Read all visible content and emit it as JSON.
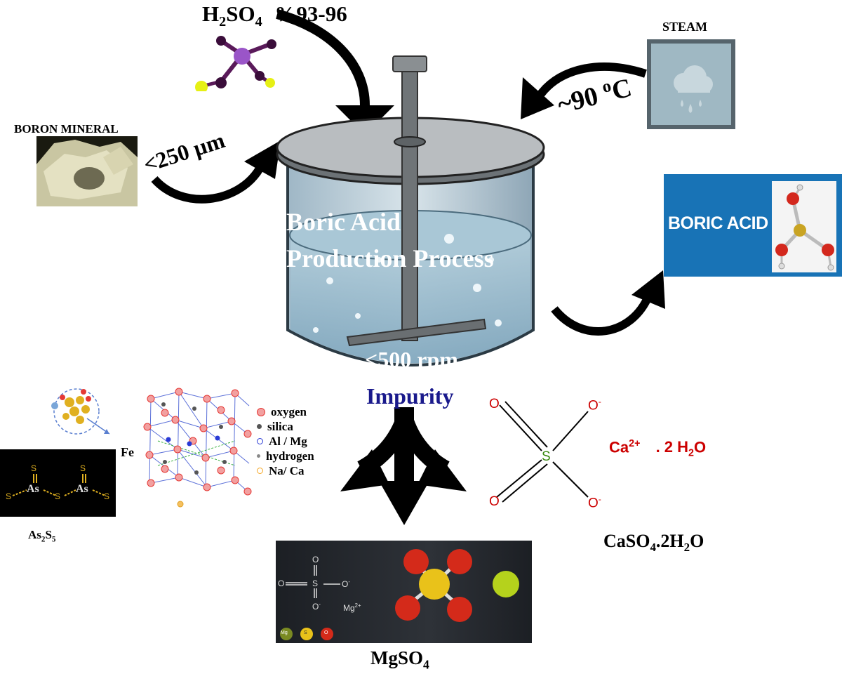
{
  "acid": {
    "formula": "H",
    "sub": "2",
    "rest": "SO",
    "sub2": "4",
    "conc": "%93-96"
  },
  "steam": {
    "label": "STEAM",
    "temp": "~90 ",
    "temp_sup": "o",
    "temp_unit": "C"
  },
  "boron": {
    "label": "BORON MINERAL",
    "size": "<250 µm"
  },
  "reactor": {
    "line1": "Boric Acid",
    "line2": "Production Process",
    "speed": "<500 rpm"
  },
  "product": {
    "label": "BORIC ACID"
  },
  "impurity": {
    "label": "Impurity"
  },
  "fe": {
    "label": "Fe"
  },
  "arsenic": {
    "s": "S",
    "as": "As",
    "formula_a": "As",
    "formula_sub1": "2",
    "formula_b": "S",
    "formula_sub2": "5"
  },
  "clay_legend": [
    {
      "label": "oxygen",
      "color": "#e53935"
    },
    {
      "label": "silica",
      "color": "#555555"
    },
    {
      "label": "Al / Mg",
      "color": "#2a3bd6"
    },
    {
      "label": "hydrogen",
      "color": "#888888"
    },
    {
      "label": "Na/ Ca",
      "color": "#f5a623"
    }
  ],
  "gypsum": {
    "o": "O",
    "o_minus": "O",
    "minus": "-",
    "s": "S",
    "ca": "Ca",
    "ca_charge": "2+",
    "water": ". 2 H",
    "water_sub": "2",
    "water_end": "O",
    "name_a": "CaSO",
    "name_sub1": "4",
    "name_b": ".2H",
    "name_sub2": "2",
    "name_c": "O"
  },
  "mgso4": {
    "o": "O",
    "s": "S",
    "o_minus": "O",
    "minus": "-",
    "mg": "Mg",
    "mg_charge": "2+",
    "legend": [
      "Mg",
      "S",
      "O"
    ],
    "name": "MgSO",
    "name_sub": "4"
  },
  "colors": {
    "arrow": "#000000",
    "impurity": "#1a1a8c",
    "red_text": "#cc0000",
    "product_bg": "#1873b6"
  }
}
